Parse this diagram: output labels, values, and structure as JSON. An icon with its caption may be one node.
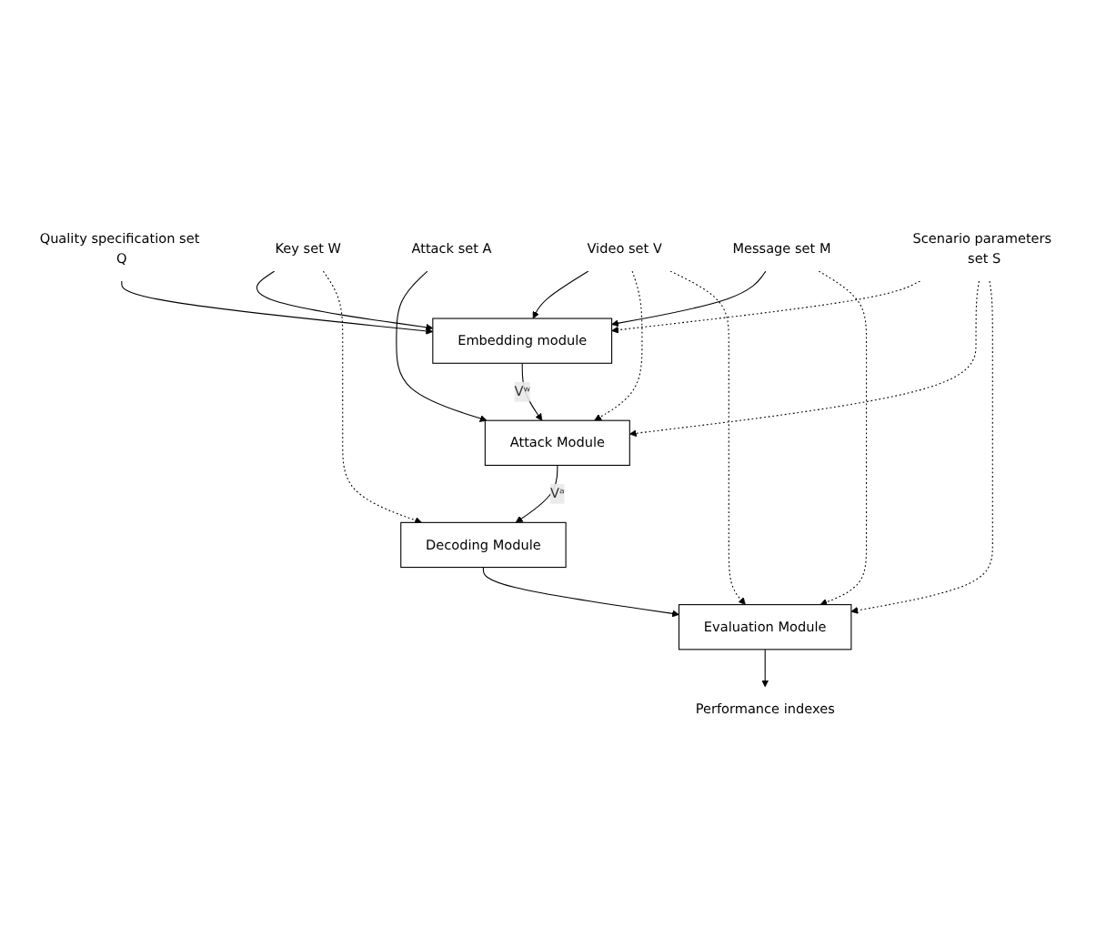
{
  "diagram": {
    "nodes": [
      {
        "text": [
          "Video set V"
        ]
      },
      {
        "text": [
          "Key set W"
        ]
      },
      {
        "text": [
          "Message set M"
        ]
      },
      {
        "text": [
          "Quality specification set Q"
        ]
      },
      {
        "text": [
          "Scenario parameters set S"
        ]
      },
      {
        "text": [
          "Embedding module"
        ]
      },
      {
        "text": [
          "Attack set A"
        ]
      },
      {
        "text": [
          "Attack Module"
        ]
      },
      {
        "text": [
          "Decoding Module"
        ]
      },
      {
        "text": [
          "Evaluation Module"
        ]
      },
      {
        "text": [
          "Performance indexes"
        ]
      }
    ],
    "edges": [
      {
        "from": 0,
        "to": 5,
        "arrow": "to"
      },
      {
        "from": 1,
        "to": 5,
        "arrow": "to"
      },
      {
        "from": 2,
        "to": 5,
        "arrow": "to"
      },
      {
        "from": 3,
        "to": 5,
        "arrow": "to"
      },
      {
        "from": 4,
        "to": 5,
        "arrow": "to",
        "style": "dashed"
      },
      {
        "from": 5,
        "to": 7,
        "arrow": "to",
        "label": "Vʷ"
      },
      {
        "from": 6,
        "to": 7,
        "arrow": "to"
      },
      {
        "from": 7,
        "to": 8,
        "arrow": "to",
        "label": "Vᵃ"
      },
      {
        "from": 8,
        "to": 9,
        "arrow": "to"
      },
      {
        "from": 9,
        "to": 10,
        "arrow": "to"
      },
      {
        "from": 0,
        "to": 7,
        "arrow": "to",
        "style": "dashed"
      },
      {
        "from": 4,
        "to": 7,
        "arrow": "to",
        "style": "dashed"
      },
      {
        "from": 1,
        "to": 8,
        "arrow": "to",
        "style": "dashed"
      },
      {
        "from": 0,
        "to": 9,
        "arrow": "to",
        "style": "dashed"
      },
      {
        "from": 4,
        "to": 9,
        "arrow": "to",
        "style": "dashed"
      },
      {
        "from": 2,
        "to": 9,
        "arrow": "to",
        "style": "dashed"
      }
    ]
  }
}
